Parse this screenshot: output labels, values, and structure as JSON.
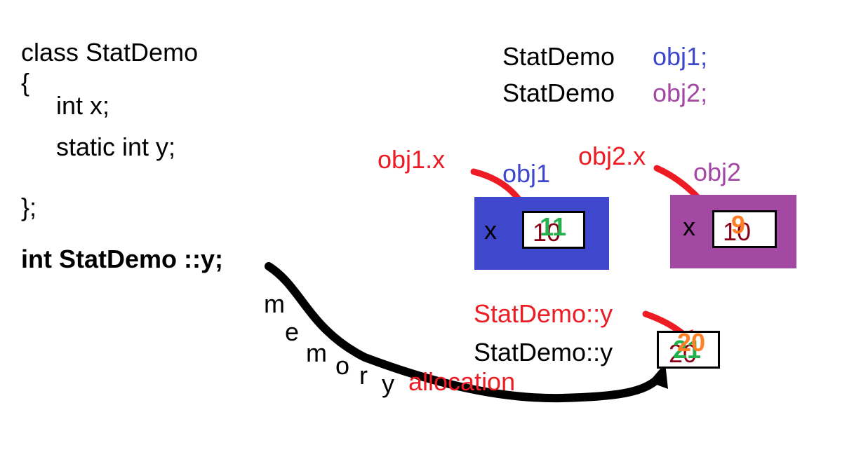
{
  "code": {
    "line1": "class StatDemo",
    "brace_open": "{",
    "line_x": "int x;",
    "line_y": "static int y;",
    "brace_close": "};",
    "definition": "int StatDemo ::y;"
  },
  "declarations": {
    "type1": "StatDemo",
    "var1": "obj1;",
    "type2": "StatDemo",
    "var2": "obj2;"
  },
  "obj1": {
    "pointer_label": "obj1.x",
    "title": "obj1",
    "member": "x",
    "old_value": "10",
    "new_value": "11"
  },
  "obj2": {
    "pointer_label": "obj2.x",
    "title": "obj2",
    "member": "x",
    "old_value": "10",
    "new_value": "9"
  },
  "static_member": {
    "pointer_label": "StatDemo::y",
    "label": "StatDemo::y",
    "old_value": "20",
    "value_green": "21",
    "value_orange": "20"
  },
  "memory_letters": [
    "m",
    "e",
    "m",
    "o",
    "r",
    "y"
  ],
  "allocation_label": "allocation",
  "colors": {
    "obj1_box": "#3f48cc",
    "obj2_box": "#a349a4",
    "pointer": "#ed1c24",
    "old_value": "#880015",
    "new_value_green": "#22b14c",
    "new_value_orange": "#ff7f27"
  }
}
